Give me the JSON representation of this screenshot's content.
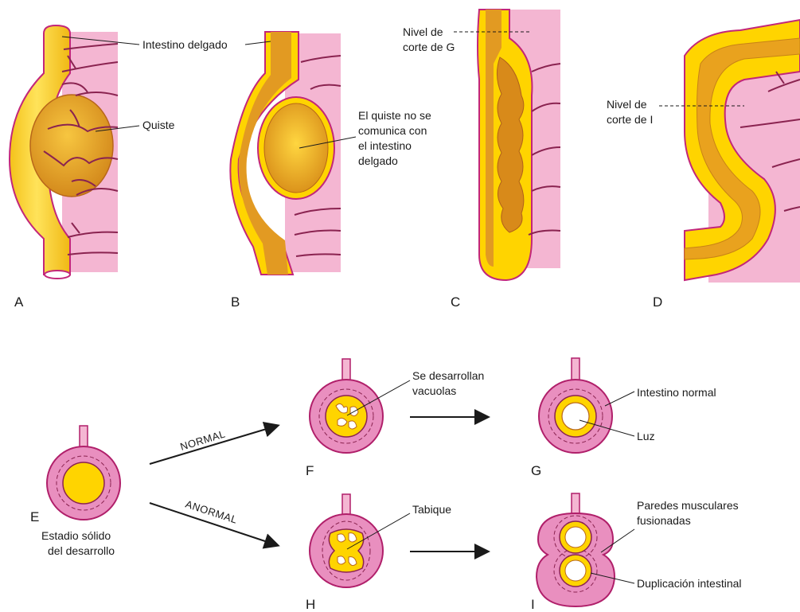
{
  "panels": {
    "a": "A",
    "b": "B",
    "c": "C",
    "d": "D",
    "e": "E",
    "f": "F",
    "g": "G",
    "h": "H",
    "i": "I"
  },
  "labels": {
    "intestino_delgado": "Intestino delgado",
    "quiste": "Quiste",
    "quiste_no_comunica": [
      "El quiste no se",
      "comunica con",
      "el intestino",
      "delgado"
    ],
    "nivel_corte_g": [
      "Nivel de",
      "corte de G"
    ],
    "nivel_corte_i": [
      "Nivel de",
      "corte de I"
    ],
    "estadio_solido": [
      "Estadio sólido",
      "del desarrollo"
    ],
    "normal": "NORMAL",
    "anormal": "ANORMAL",
    "vacuolas": [
      "Se desarrollan",
      "vacuolas"
    ],
    "intestino_normal": "Intestino normal",
    "luz": "Luz",
    "tabique": "Tabique",
    "paredes": [
      "Paredes musculares",
      "fusionadas"
    ],
    "duplicacion": "Duplicación intestinal"
  },
  "colors": {
    "yellow": "#ffd400",
    "orange": "#e9a21e",
    "pink": "#f4b6d2",
    "mesentery": "#d9749f",
    "vessel": "#8a2350",
    "outline": "#b01f6a"
  }
}
